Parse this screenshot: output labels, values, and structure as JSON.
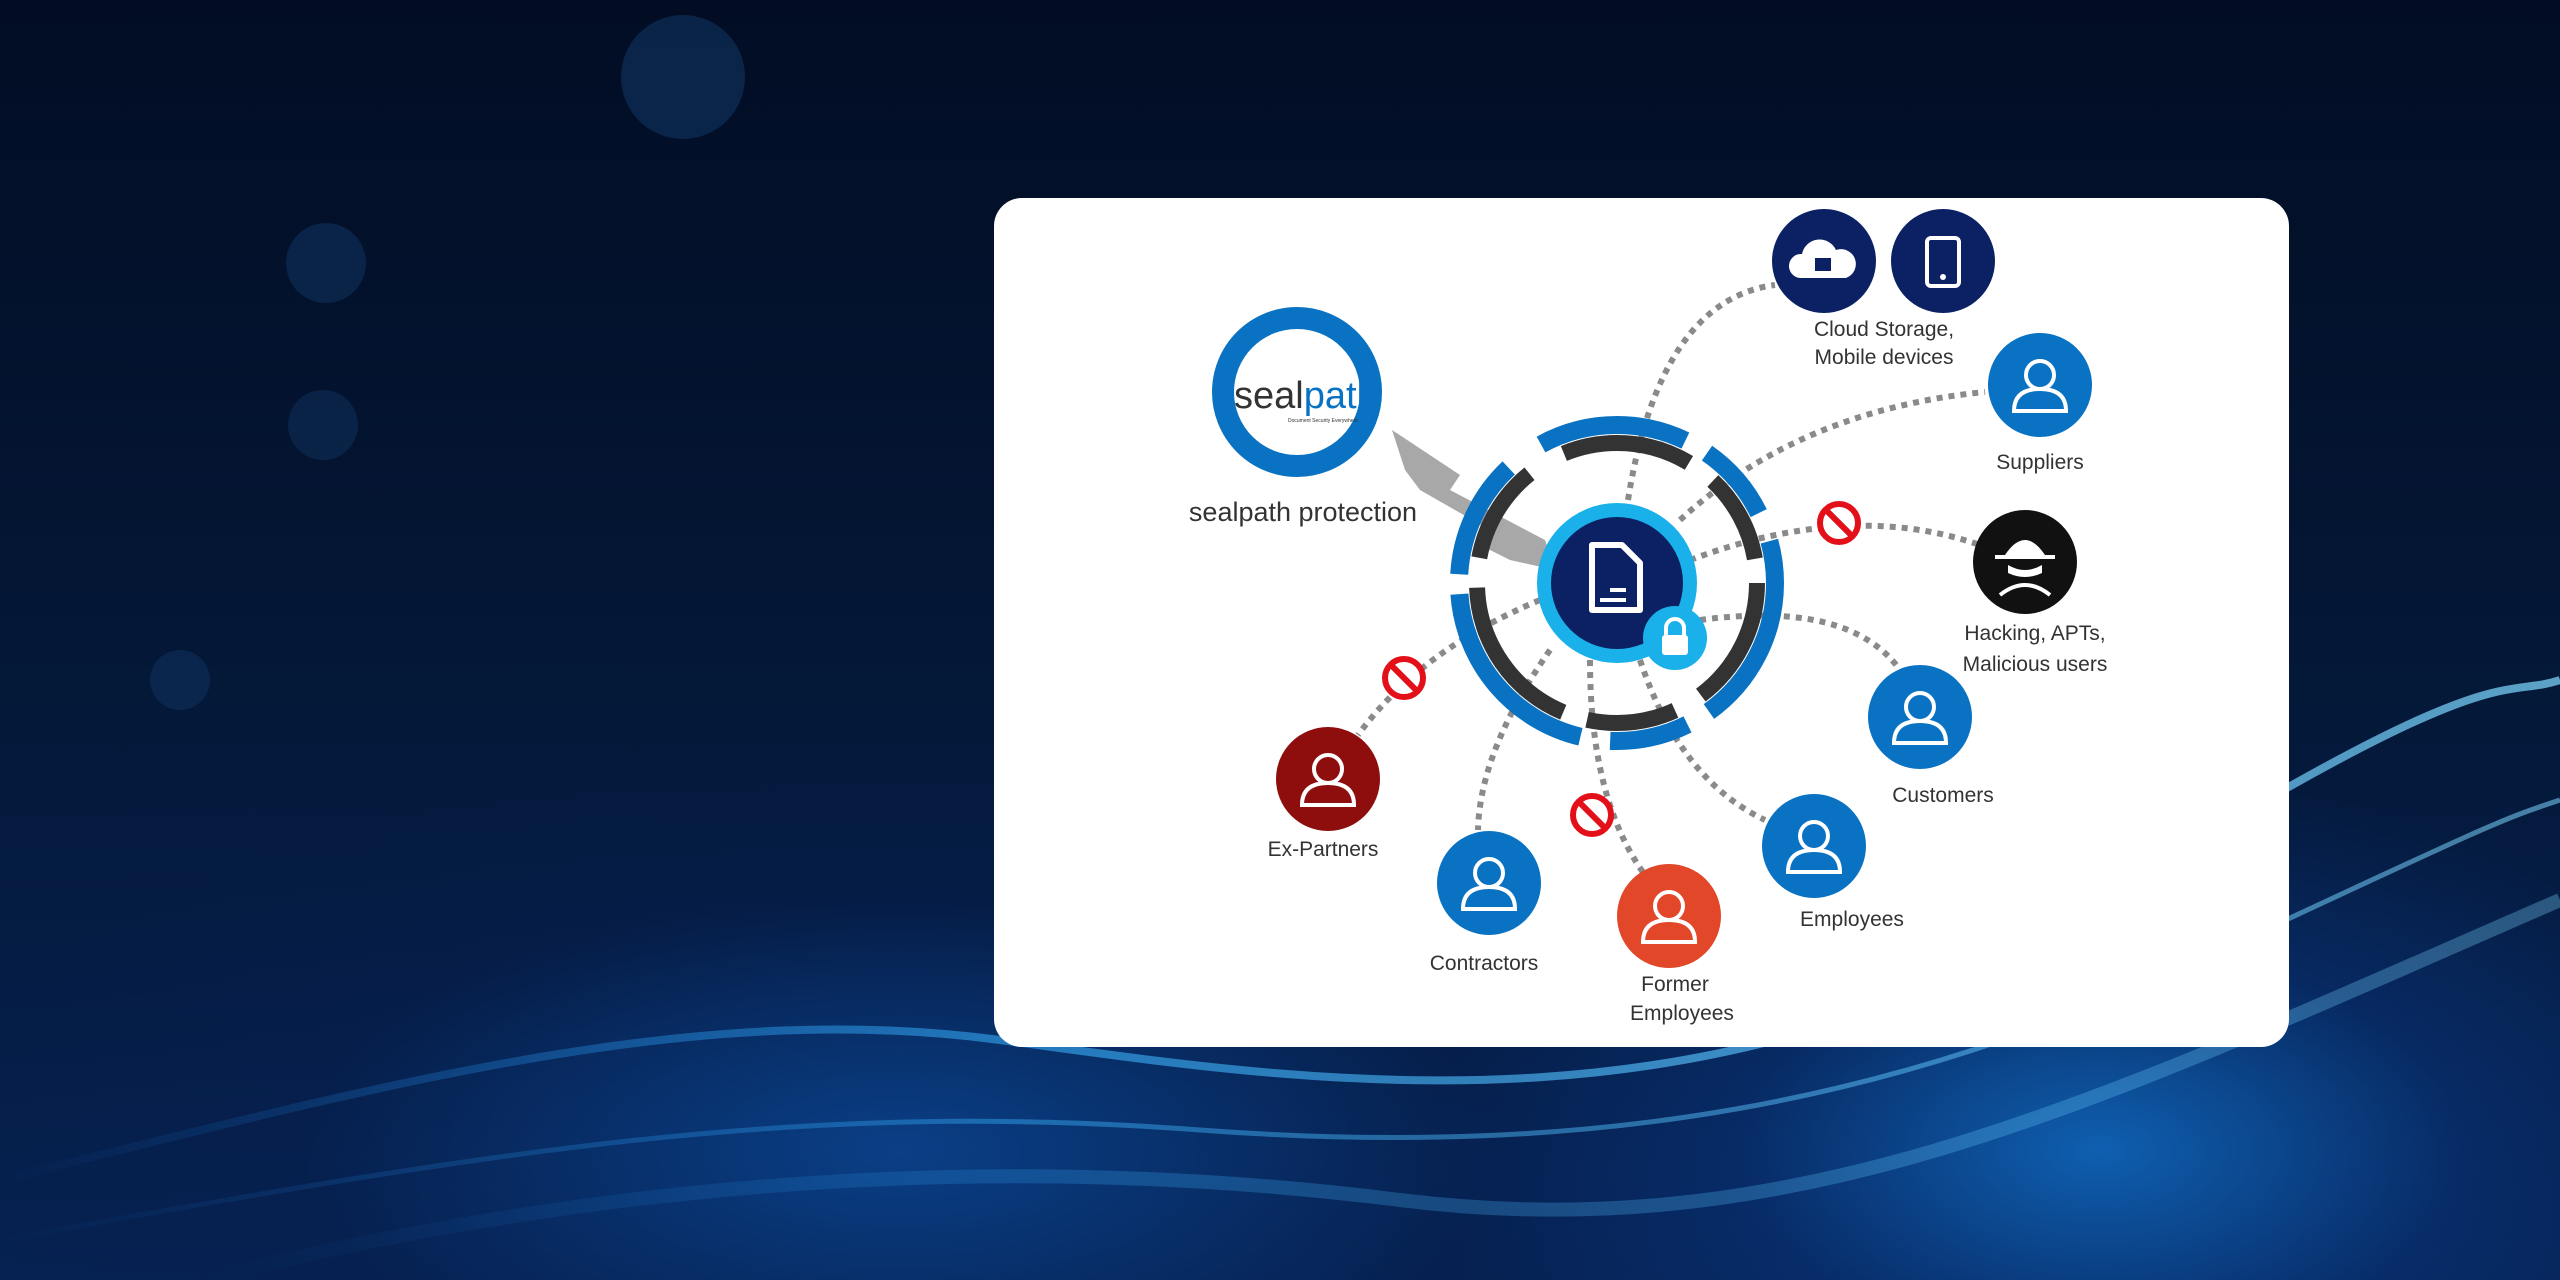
{
  "logo": {
    "brand_left": "seal",
    "brand_right": "path",
    "tagline": "Document Security Everywhere",
    "caption": "sealpath protection"
  },
  "nodes": {
    "cloud": {
      "line1": "Cloud Storage,",
      "line2": "Mobile devices"
    },
    "suppliers": "Suppliers",
    "hacking": {
      "line1": "Hacking, APTs,",
      "line2": "Malicious users"
    },
    "customers": "Customers",
    "employees": "Employees",
    "former": {
      "line1": "Former",
      "line2": "Employees"
    },
    "contractors": "Contractors",
    "ex_partners": "Ex-Partners"
  },
  "colors": {
    "brand_blue": "#0a72c2",
    "navy": "#0b2163",
    "light_blue": "#1ab0ea",
    "ex_partner_red": "#8e0e0e",
    "former_orange": "#e2472a",
    "block_red": "#e3101a"
  }
}
